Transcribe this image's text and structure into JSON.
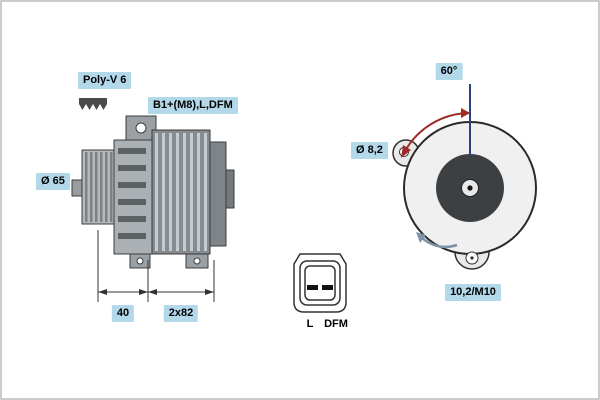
{
  "title": "Alternator technical diagram",
  "labels": {
    "belt_type": "Poly-V 6",
    "terminals": "B1+(M8),L,DFM",
    "pulley_diameter": "Ø 65",
    "dim_pulley_width": "40",
    "dim_body_length": "2x82",
    "mounting_angle": "60°",
    "lug_hole_diameter": "Ø 8,2",
    "mount_bore": "10,2/M10",
    "connector_pin_left": "L",
    "connector_pin_right": "DFM"
  },
  "colors": {
    "label_background": "#b2d8ea",
    "outline": "#2a2a2a",
    "angle_arc_red": "#9e2b25",
    "axis_blue": "#27427c",
    "rotation_arrow": "#7d93a8",
    "body_gray": "#9aa0a4",
    "dark_disc": "#3d4042",
    "frame_border": "#cccccc"
  }
}
